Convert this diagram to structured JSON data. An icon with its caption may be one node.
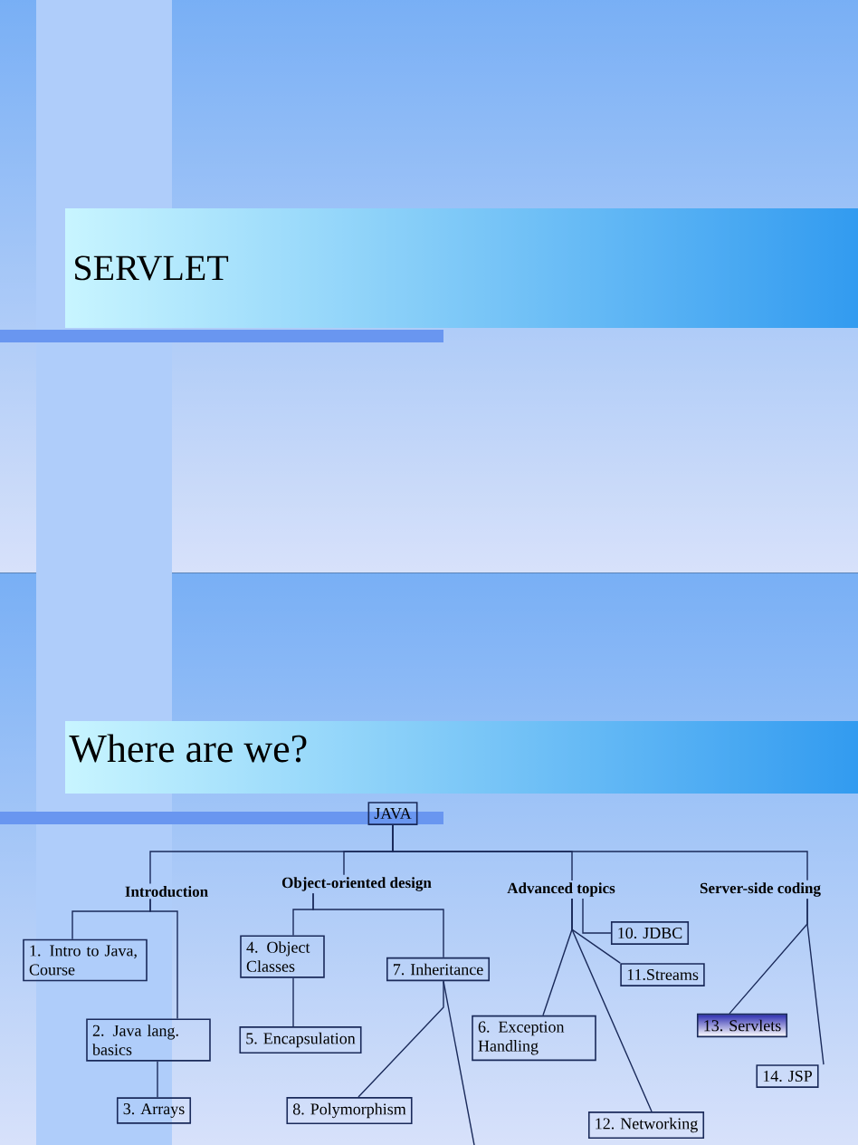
{
  "diagram": {
    "title": "SERVLET",
    "nodes": [
      {
        "text": [
          "JAVA"
        ]
      },
      {
        "text": [
          "Introduction"
        ]
      },
      {
        "text": [
          "Object-oriented design"
        ]
      },
      {
        "text": [
          "Advanced topics"
        ]
      },
      {
        "text": [
          "Server-side coding"
        ]
      },
      {
        "text": [
          "1. Intro to Java, Course"
        ]
      },
      {
        "text": [
          "2. Java lang. basics"
        ]
      },
      {
        "text": [
          "3. Arrays"
        ]
      },
      {
        "text": [
          "4. Object Classes"
        ]
      },
      {
        "text": [
          "5. Encapsulation"
        ]
      },
      {
        "text": [
          "7. Inheritance"
        ]
      },
      {
        "text": [
          "8. Polymorphism"
        ]
      },
      {
        "text": [
          "6. Exception Handling"
        ]
      },
      {
        "text": [
          "10. JDBC"
        ]
      },
      {
        "text": [
          "11.Streams"
        ]
      },
      {
        "text": [
          "12. Networking"
        ]
      },
      {
        "text": [
          "13. Servlets"
        ]
      },
      {
        "text": [
          "14. JSP"
        ]
      }
    ],
    "edges": [
      {
        "from": 0,
        "to": 1,
        "arrow": "none"
      },
      {
        "from": 0,
        "to": 2,
        "arrow": "none"
      },
      {
        "from": 0,
        "to": 3,
        "arrow": "none"
      },
      {
        "from": 0,
        "to": 4,
        "arrow": "none"
      },
      {
        "from": 1,
        "to": 5,
        "arrow": "none"
      },
      {
        "from": 1,
        "to": 6,
        "arrow": "none"
      },
      {
        "from": 6,
        "to": 7,
        "arrow": "none"
      },
      {
        "from": 2,
        "to": 8,
        "arrow": "none"
      },
      {
        "from": 2,
        "to": 10,
        "arrow": "none"
      },
      {
        "from": 8,
        "to": 9,
        "arrow": "none"
      },
      {
        "from": 10,
        "to": 11,
        "arrow": "none"
      },
      {
        "from": 10,
        "to": null,
        "arrow": "none"
      },
      {
        "from": 3,
        "to": 13,
        "arrow": "none"
      },
      {
        "from": 3,
        "to": 14,
        "arrow": "none"
      },
      {
        "from": 3,
        "to": 12,
        "arrow": "none"
      },
      {
        "from": 3,
        "to": 15,
        "arrow": "none"
      },
      {
        "from": 4,
        "to": 16,
        "arrow": "none"
      },
      {
        "from": 4,
        "to": 17,
        "arrow": "none"
      }
    ],
    "labels": [
      "Where are we?"
    ]
  }
}
